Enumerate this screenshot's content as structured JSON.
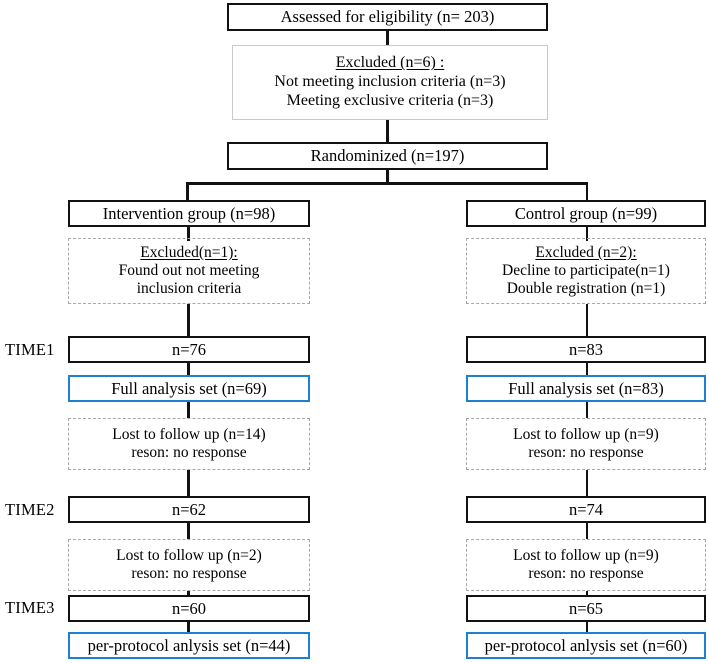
{
  "diagram": {
    "title": "CONSORT participant flow diagram",
    "colors": {
      "blue_border": "#1f7fd0",
      "solid_border": "#121212",
      "dashed_border": "#a8a8a8",
      "thin_border": "#c9c9c9",
      "background": "#ffffff"
    }
  },
  "enrollment": {
    "assessed": "Assessed  for eligibility (n= 203)",
    "excluded_heading": "Excluded (n=6) :",
    "excluded_reason_1": "Not meeting  inclusion criteria (n=3)",
    "excluded_reason_2": "Meeting  exclusive criteria (n=3)",
    "randomized": "Randominized (n=197)"
  },
  "time_labels": {
    "time1": "TIME1",
    "time2": "TIME2",
    "time3": "TIME3"
  },
  "intervention": {
    "group": "Intervention group (n=98)",
    "excluded_heading": "Excluded(n=1):",
    "excluded_reason_1": "Found out not meeting",
    "excluded_reason_2": "inclusion criteria",
    "time1_n": "n=76",
    "time1_analysis": "Full analysis set  (n=69)",
    "lost1_heading": "Lost to follow up (n=14)",
    "lost1_reason": "reson: no response",
    "time2_n": "n=62",
    "lost2_heading": "Lost to follow up (n=2)",
    "lost2_reason": "reson: no response",
    "time3_n": "n=60",
    "time3_analysis": "per-protocol anlysis set  (n=44)"
  },
  "control": {
    "group": "Control group  (n=99)",
    "excluded_heading": "Excluded (n=2):",
    "excluded_reason_1": "Decline to participate(n=1)",
    "excluded_reason_2": "Double registration (n=1)",
    "time1_n": "n=83",
    "time1_analysis": "Full analysis set  (n=83)",
    "lost1_heading": "Lost to follow up (n=9)",
    "lost1_reason": "reson: no response",
    "time2_n": "n=74",
    "lost2_heading": "Lost to follow up (n=9)",
    "lost2_reason": "reson: no response",
    "time3_n": "n=65",
    "time3_analysis": "per-protocol anlysis set  (n=60)"
  }
}
